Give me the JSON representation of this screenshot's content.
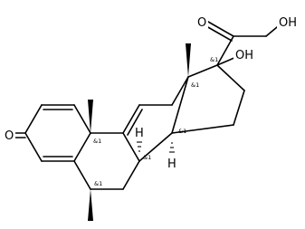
{
  "structure": {
    "atom_labels": {
      "ketone_oxygen_3": "O",
      "ketone_oxygen_20": "O",
      "hydroxyl_21": "OH",
      "hydroxyl_17": "OH",
      "hydrogen_8": "H",
      "hydrogen_14": "H"
    },
    "stereo_labels": {
      "c6": "&1",
      "c8": "&1",
      "c10": "&1",
      "c13": "&1",
      "c14": "&1",
      "c17": "&1"
    }
  }
}
